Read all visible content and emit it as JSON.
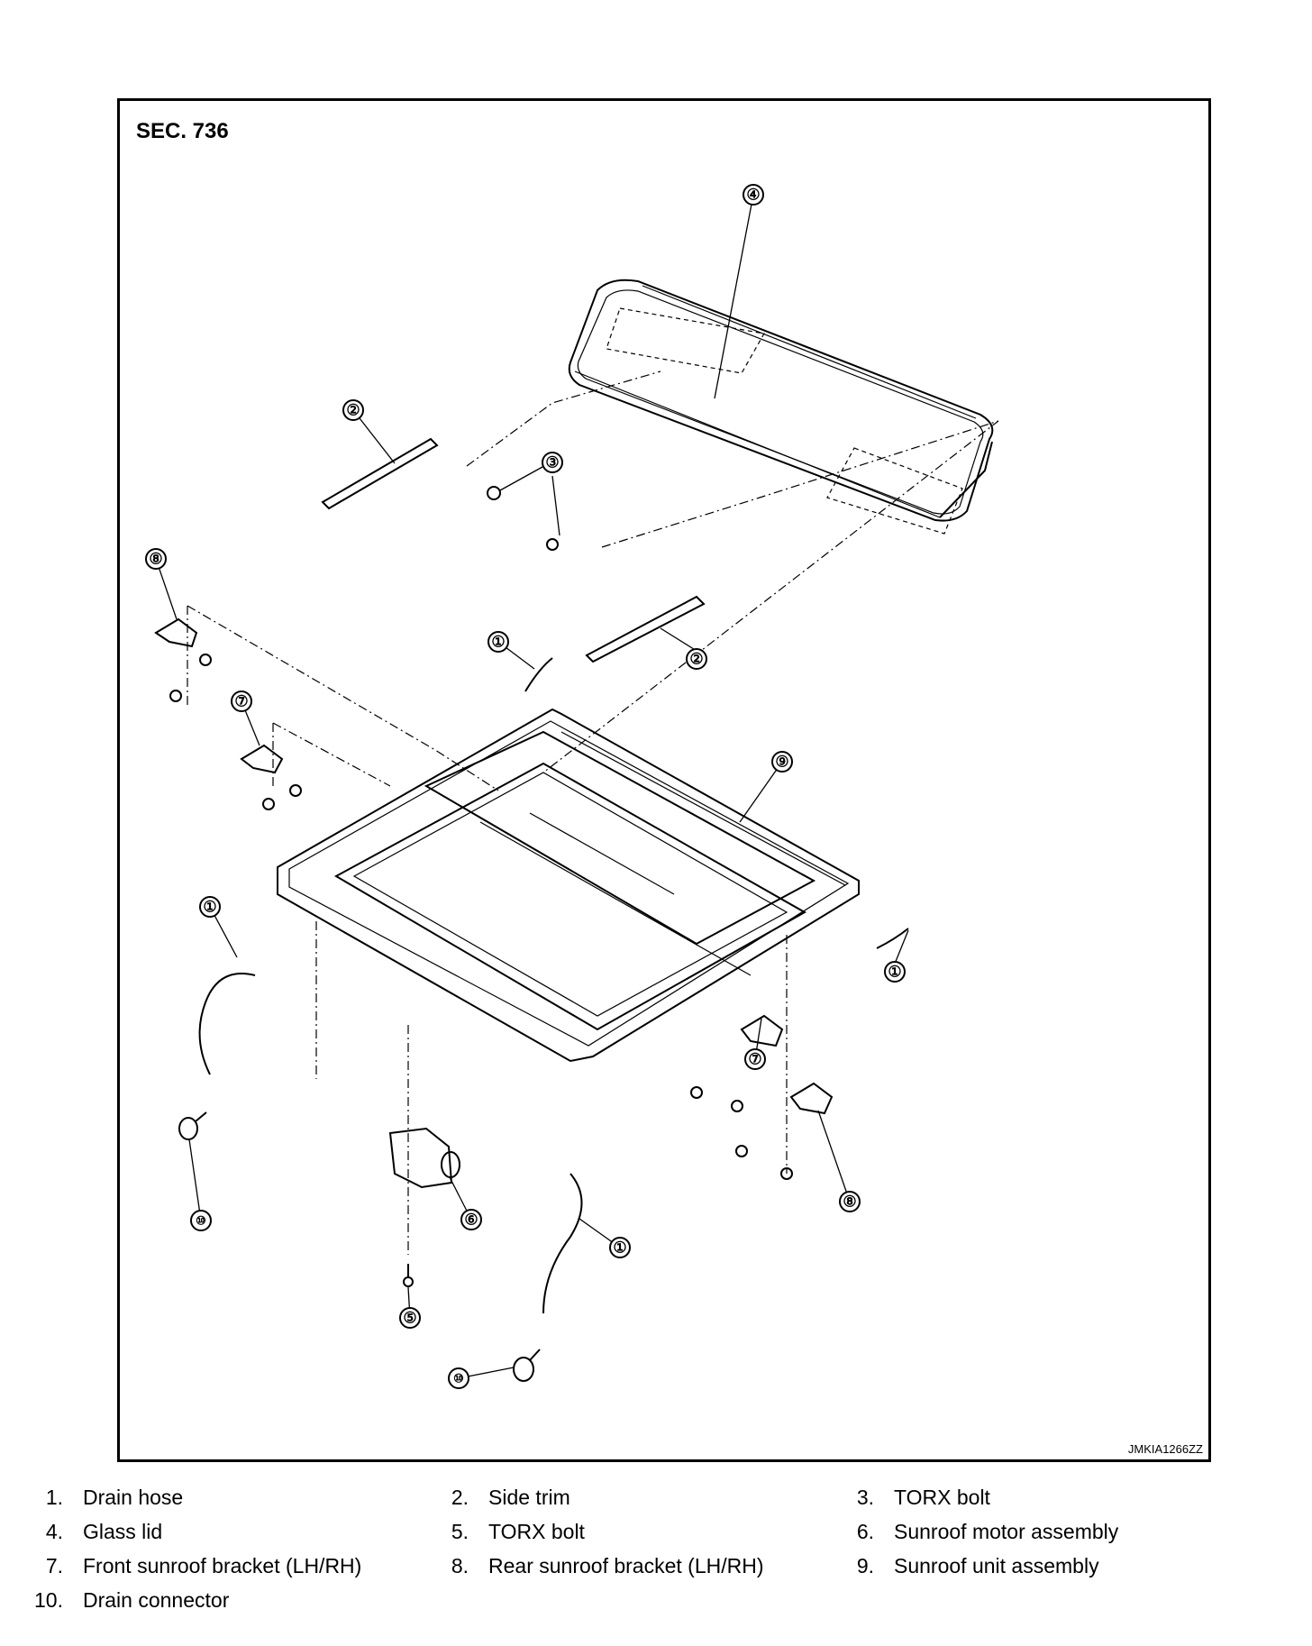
{
  "figure": {
    "section": "SEC. 736",
    "image_code": "JMKIA1266ZZ"
  },
  "callouts": [
    {
      "id": "c4",
      "glyph": "④"
    },
    {
      "id": "c2a",
      "glyph": "②"
    },
    {
      "id": "c3",
      "glyph": "③"
    },
    {
      "id": "c8a",
      "glyph": "⑧"
    },
    {
      "id": "c1a",
      "glyph": "①"
    },
    {
      "id": "c2b",
      "glyph": "②"
    },
    {
      "id": "c7a",
      "glyph": "⑦"
    },
    {
      "id": "c9",
      "glyph": "⑨"
    },
    {
      "id": "c1b",
      "glyph": "①"
    },
    {
      "id": "c1c",
      "glyph": "①"
    },
    {
      "id": "c7b",
      "glyph": "⑦"
    },
    {
      "id": "c10a",
      "glyph": "⑩"
    },
    {
      "id": "c6",
      "glyph": "⑥"
    },
    {
      "id": "c8b",
      "glyph": "⑧"
    },
    {
      "id": "c1d",
      "glyph": "①"
    },
    {
      "id": "c5",
      "glyph": "⑤"
    },
    {
      "id": "c10b",
      "glyph": "⑩"
    }
  ],
  "legend": [
    {
      "num": "1.",
      "name": "Drain hose"
    },
    {
      "num": "2.",
      "name": "Side trim"
    },
    {
      "num": "3.",
      "name": "TORX bolt"
    },
    {
      "num": "4.",
      "name": "Glass lid"
    },
    {
      "num": "5.",
      "name": "TORX bolt"
    },
    {
      "num": "6.",
      "name": "Sunroof motor assembly"
    },
    {
      "num": "7.",
      "name": "Front sunroof bracket (LH/RH)"
    },
    {
      "num": "8.",
      "name": "Rear sunroof bracket (LH/RH)"
    },
    {
      "num": "9.",
      "name": "Sunroof unit assembly"
    },
    {
      "num": "10.",
      "name": "Drain connector"
    }
  ]
}
